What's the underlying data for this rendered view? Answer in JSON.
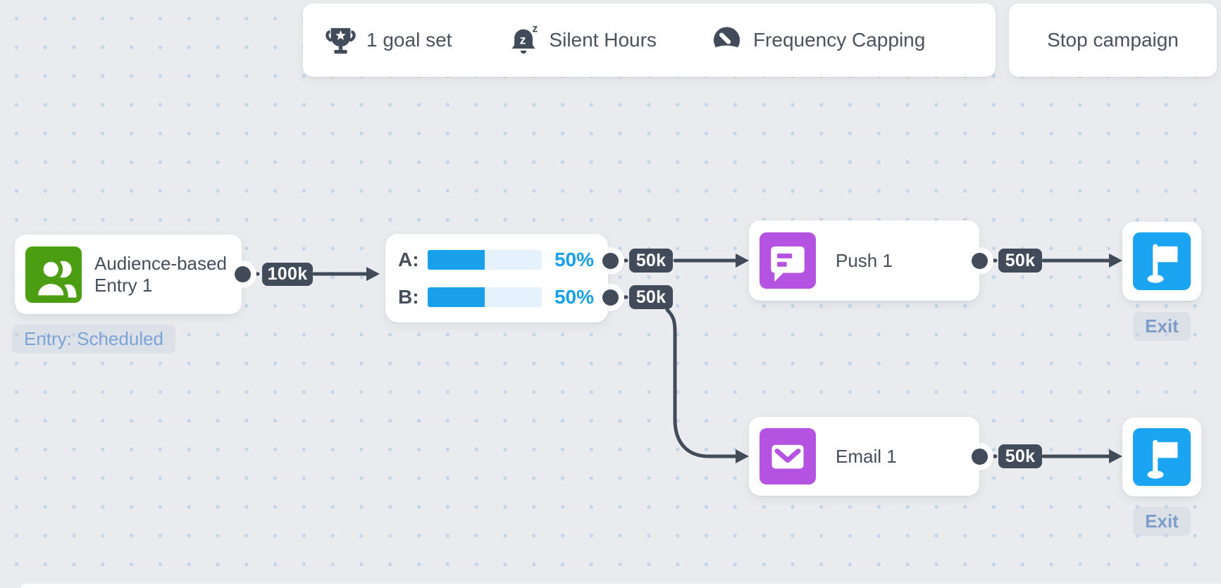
{
  "toolbar": {
    "items": [
      {
        "icon": "trophy-icon",
        "label": "1 goal set"
      },
      {
        "icon": "bell-snooze-icon",
        "label": "Silent Hours"
      },
      {
        "icon": "gauge-icon",
        "label": "Frequency Capping"
      }
    ],
    "stop_button": "Stop campaign"
  },
  "canvas": {
    "entry_node": {
      "label": "Audience-based Entry 1",
      "status": "Entry: Scheduled",
      "output": "100k"
    },
    "split_node": {
      "rows": [
        {
          "name": "A:",
          "percent": "50%",
          "output": "50k"
        },
        {
          "name": "B:",
          "percent": "50%",
          "output": "50k"
        }
      ]
    },
    "push_node": {
      "label": "Push 1",
      "output": "50k"
    },
    "email_node": {
      "label": "Email 1",
      "output": "50k"
    },
    "exits": [
      {
        "label": "Exit"
      },
      {
        "label": "Exit"
      }
    ]
  },
  "colors": {
    "slate": "#414b5a",
    "accent_blue": "#18a0ea",
    "flag_blue": "#1aa4f2",
    "purple": "#b452e2",
    "green": "#4b9d11",
    "canvas_bg": "#e9ebee"
  }
}
